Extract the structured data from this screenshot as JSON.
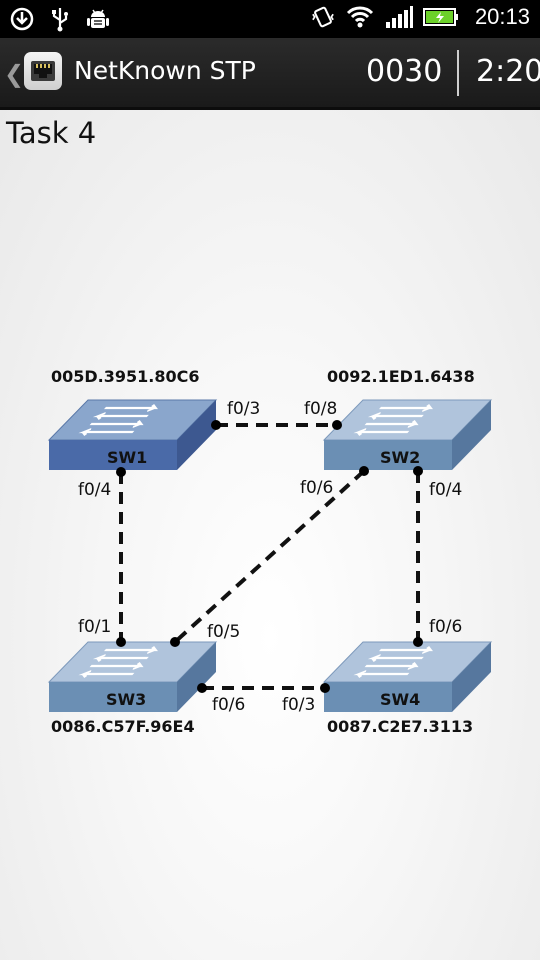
{
  "status_bar": {
    "time": "20:13",
    "icons": [
      "download-icon",
      "usb-icon",
      "android-debug-icon",
      "vibrate-icon",
      "wifi-icon",
      "signal-icon",
      "battery-charging-icon"
    ]
  },
  "action_bar": {
    "title": "NetKnown STP",
    "counter": "0030",
    "timer": "2:20"
  },
  "task": {
    "title": "Task 4"
  },
  "topology": {
    "switches": [
      {
        "name": "SW1",
        "mac": "005D.3951.80C6",
        "color": "#4a6aa8"
      },
      {
        "name": "SW2",
        "mac": "0092.1ED1.6438",
        "color": "#6b8fb4"
      },
      {
        "name": "SW3",
        "mac": "0086.C57F.96E4",
        "color": "#6b8fb4"
      },
      {
        "name": "SW4",
        "mac": "0087.C2E7.3113",
        "color": "#6b8fb4"
      }
    ],
    "links": [
      {
        "from": "SW1",
        "from_port": "f0/3",
        "to": "SW2",
        "to_port": "f0/8"
      },
      {
        "from": "SW1",
        "from_port": "f0/4",
        "to": "SW3",
        "to_port": "f0/1"
      },
      {
        "from": "SW2",
        "from_port": "f0/6",
        "to": "SW3",
        "to_port": "f0/5"
      },
      {
        "from": "SW2",
        "from_port": "f0/4",
        "to": "SW4",
        "to_port": "f0/6"
      },
      {
        "from": "SW3",
        "from_port": "f0/6",
        "to": "SW4",
        "to_port": "f0/3"
      }
    ]
  }
}
